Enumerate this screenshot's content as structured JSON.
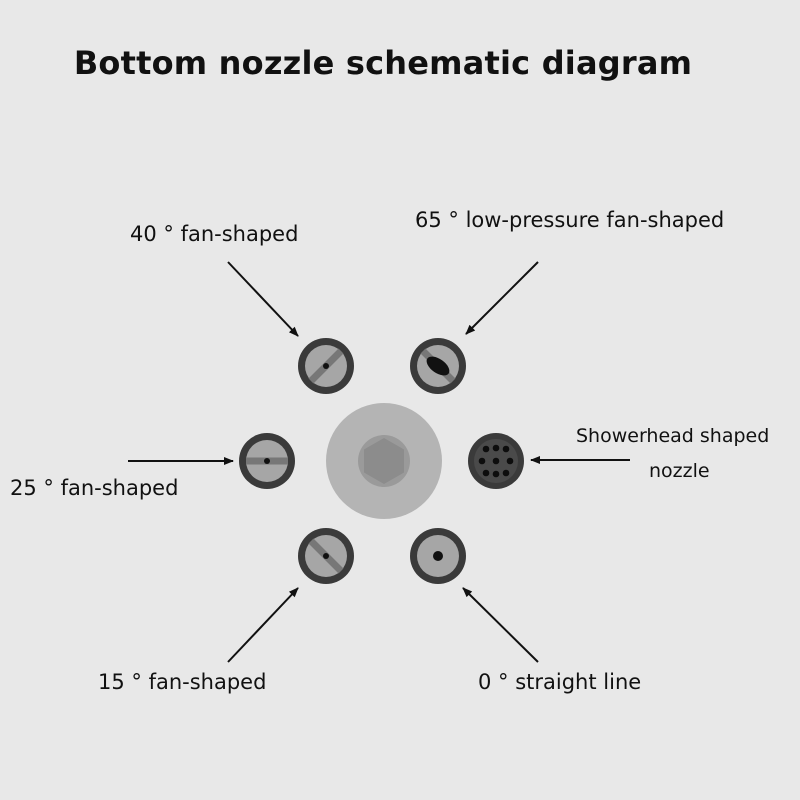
{
  "title": "Bottom nozzle schematic diagram",
  "nozzles": [
    {
      "label": "40 ° fan-shaped",
      "icon": "fan-40-nozzle-icon"
    },
    {
      "label": "65 ° low-pressure fan-shaped",
      "icon": "fan-65-low-pressure-nozzle-icon"
    },
    {
      "label": "25 ° fan-shaped",
      "icon": "fan-25-nozzle-icon"
    },
    {
      "label_line1": "Showerhead shaped",
      "label_line2": "nozzle",
      "icon": "showerhead-nozzle-icon"
    },
    {
      "label": "15 ° fan-shaped",
      "icon": "fan-15-nozzle-icon"
    },
    {
      "label": "0 ° straight line",
      "icon": "straight-line-nozzle-icon"
    }
  ],
  "center_icon": "hex-bolt-hub-icon",
  "colors": {
    "background": "#e8e8e8",
    "ring_dark": "#3a3a3a",
    "nozzle_face": "#a6a6a6",
    "hub_outer": "#b4b4b4",
    "hub_inner": "#999999",
    "hex": "#8c8c8c"
  }
}
